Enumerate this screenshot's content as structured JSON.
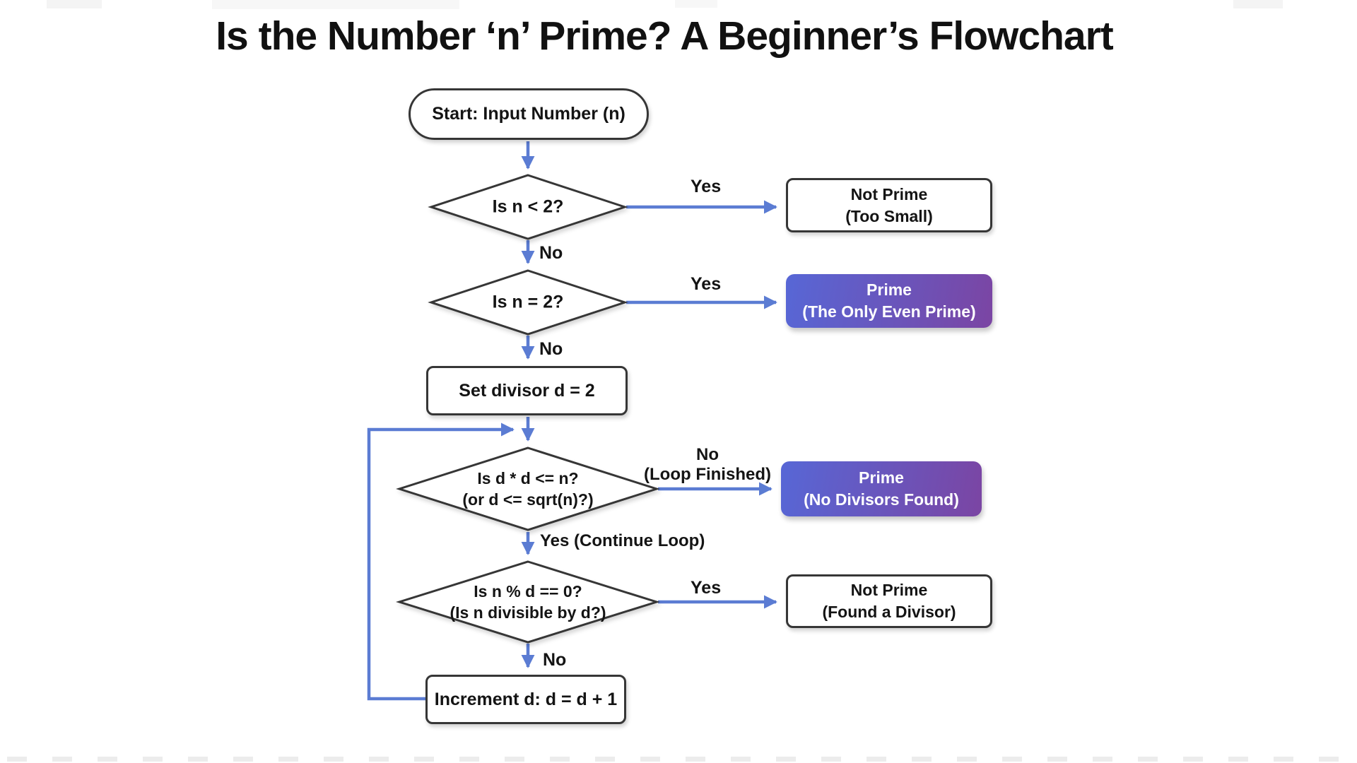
{
  "title": "Is the Number ‘n’ Prime? A Beginner’s Flowchart",
  "nodes": {
    "start": {
      "label": "Start: Input Number (n)"
    },
    "check_less_than_2": {
      "label": "Is n < 2?"
    },
    "not_prime_small": {
      "line1": "Not Prime",
      "line2": "(Too Small)"
    },
    "check_equals_2": {
      "label": "Is n = 2?"
    },
    "prime_even": {
      "line1": "Prime",
      "line2": "(The Only Even Prime)"
    },
    "set_divisor": {
      "label": "Set divisor d = 2"
    },
    "loop_condition": {
      "line1": "Is d * d <= n?",
      "line2": "(or d <= sqrt(n)?)"
    },
    "prime_no_divisors": {
      "line1": "Prime",
      "line2": "(No Divisors Found)"
    },
    "divisibility_check": {
      "line1": "Is n % d == 0?",
      "line2": "(Is n divisible by d?)"
    },
    "not_prime_divisor": {
      "line1": "Not Prime",
      "line2": "(Found a Divisor)"
    },
    "increment": {
      "label": "Increment d: d = d + 1"
    }
  },
  "edge_labels": {
    "yes_too_small": "Yes",
    "no_not_small": "No",
    "yes_equals_two": "Yes",
    "no_not_two": "No",
    "no_loop_finished_line1": "No",
    "no_loop_finished_line2": "(Loop Finished)",
    "yes_continue_loop": "Yes (Continue Loop)",
    "yes_found_divisor": "Yes",
    "no_not_divisible": "No"
  },
  "colors": {
    "arrow": "#5b7cd3",
    "node_border": "#363636",
    "gradient_a": "#5767d6",
    "gradient_b": "#7b45a3",
    "text": "#141414"
  }
}
